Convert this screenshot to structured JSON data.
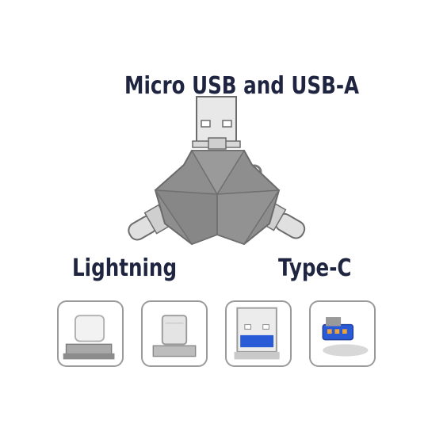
{
  "title": "Micro USB and USB-A",
  "labels": {
    "lightning": "Lightning",
    "type_c": "Type-C"
  },
  "thumbnails": [
    {
      "name": "lightning-connector-thumbnail",
      "depicts": "lightning connector"
    },
    {
      "name": "type-c-connector-thumbnail",
      "depicts": "type-c connector"
    },
    {
      "name": "usb-a-connector-thumbnail",
      "depicts": "usb-a connector"
    },
    {
      "name": "micro-usb-connector-thumbnail",
      "depicts": "micro usb connector"
    }
  ],
  "colors": {
    "text": "#1f2540",
    "body": "#8f8f8f",
    "thumb_border": "#9a9a9a"
  }
}
